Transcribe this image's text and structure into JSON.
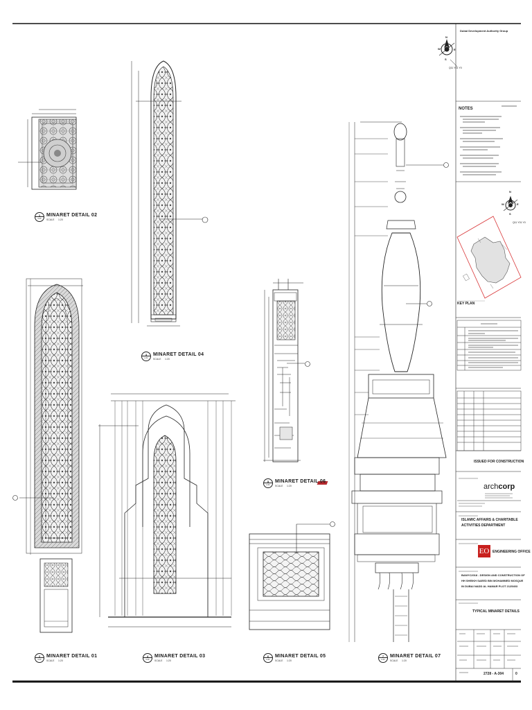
{
  "header": {
    "client_name": "Dubai Development Authority Group"
  },
  "north_arrow": {
    "letters": [
      "N",
      "W",
      "S",
      "E"
    ],
    "note": "Q11 Y01 Y0"
  },
  "notes": {
    "heading": "NOTES"
  },
  "key_plan": {
    "label": "KEY PLAN"
  },
  "drawings": [
    {
      "id": "md02",
      "number": "1",
      "ref": "A-01",
      "title": "MINARET DETAIL 02",
      "scale_label": "SCALE",
      "scale_value": "1:20"
    },
    {
      "id": "md04",
      "number": "3",
      "ref": "A-01",
      "title": "MINARET DETAIL 04",
      "scale_label": "SCALE",
      "scale_value": "1:20"
    },
    {
      "id": "md06",
      "number": "5",
      "ref": "A-01",
      "title": "MINARET DETAIL 06",
      "scale_label": "SCALE",
      "scale_value": "1:20"
    },
    {
      "id": "md01",
      "number": "2",
      "ref": "A-01",
      "title": "MINARET DETAIL 01",
      "scale_label": "SCALE",
      "scale_value": "1:20"
    },
    {
      "id": "md03",
      "number": "4",
      "ref": "A-01",
      "title": "MINARET DETAIL 03",
      "scale_label": "SCALE",
      "scale_value": "1:20"
    },
    {
      "id": "md05",
      "number": "6",
      "ref": "A-01",
      "title": "MINARET DETAIL 05",
      "scale_label": "SCALE",
      "scale_value": "1:20"
    },
    {
      "id": "md07",
      "number": "7",
      "ref": "A-01",
      "title": "MINARET DETAIL 07",
      "scale_label": "SCALE",
      "scale_value": "1:20"
    }
  ],
  "title_block": {
    "status": "ISSUED FOR CONSTRUCTION",
    "consultant_logo_prefix": "arch",
    "consultant_logo_suffix": "corp",
    "department_line1": "ISLAMIC AFFAIRS & CHARITABLE",
    "department_line2": "ACTIVITIES DEPARTMENT",
    "eo_logo_text": "EO",
    "engineering_office": "ENGINEERING OFFICE",
    "project_line1": "BANYC2018 - DESIGN AND CONSTRUCTION OF",
    "project_line2": "HH SHEIKH SAEED BIN MOHAMMED MOSQUE",
    "project_line3": "IN DUBAI NADD AL HAMAR PLOT 2125403",
    "drawing_title": "TYPICAL MINARET DETAILS",
    "drawing_number": "2728 - A-304",
    "revision": "0"
  },
  "colors": {
    "line": "#1a1a1a",
    "key_plan_outline": "#d9383a",
    "eo_red": "#c8201e",
    "logo_red": "#b3282d"
  }
}
